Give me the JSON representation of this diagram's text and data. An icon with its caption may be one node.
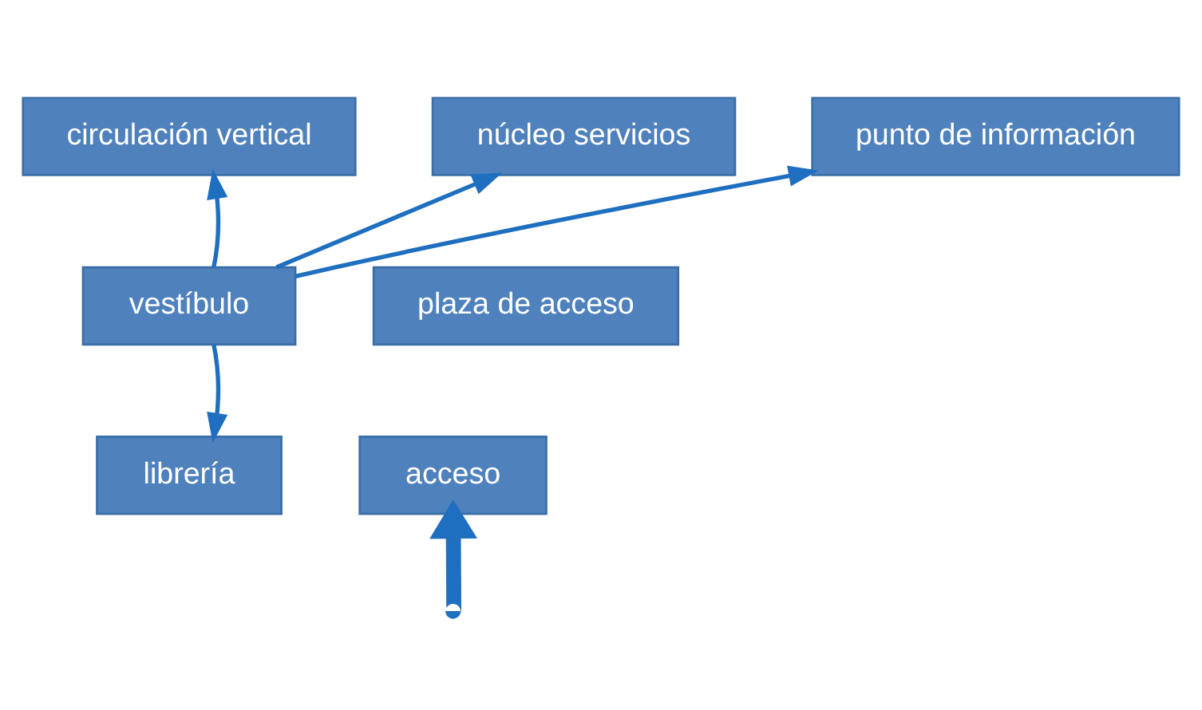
{
  "diagram": {
    "nodes": [
      {
        "text": [
          "circulación vertical"
        ]
      },
      {
        "text": [
          "núcleo servicios"
        ]
      },
      {
        "text": [
          "punto de información"
        ]
      },
      {
        "text": [
          "vestíbulo"
        ]
      },
      {
        "text": [
          "plaza de acceso"
        ]
      },
      {
        "text": [
          "librería"
        ]
      },
      {
        "text": [
          "acceso"
        ]
      }
    ],
    "edges": [
      {
        "from": 3,
        "to": 0,
        "arrow": "to"
      },
      {
        "from": 3,
        "to": 1,
        "arrow": "to"
      },
      {
        "from": 3,
        "to": 2,
        "arrow": "to"
      },
      {
        "from": 3,
        "to": 5,
        "arrow": "to"
      },
      {
        "from": null,
        "to": 6,
        "arrow": "to",
        "style": "thick"
      }
    ]
  }
}
